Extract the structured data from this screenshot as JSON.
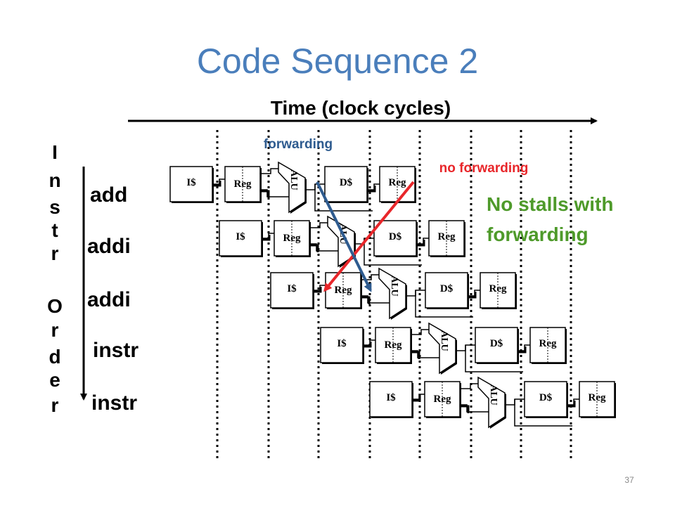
{
  "title": "Code Sequence 2",
  "time_label": "Time (clock cycles)",
  "order_label": [
    "I",
    "n",
    "s",
    "t",
    "r",
    "",
    "O",
    "r",
    "d",
    "e",
    "r"
  ],
  "instructions": [
    "add",
    "addi",
    "addi",
    "instr",
    "instr"
  ],
  "stage_labels": {
    "icache": "I$",
    "reg": "Reg",
    "alu": "ALU",
    "dcache": "D$"
  },
  "annotations": {
    "forwarding": "forwarding",
    "no_forwarding": "no forwarding",
    "summary_line1": "No stalls with",
    "summary_line2": "forwarding"
  },
  "colors": {
    "title": "#4a7ebb",
    "forwarding": "#2e5b8f",
    "no_forwarding": "#e8262a",
    "summary": "#4e9a2a"
  },
  "page_number": "37"
}
